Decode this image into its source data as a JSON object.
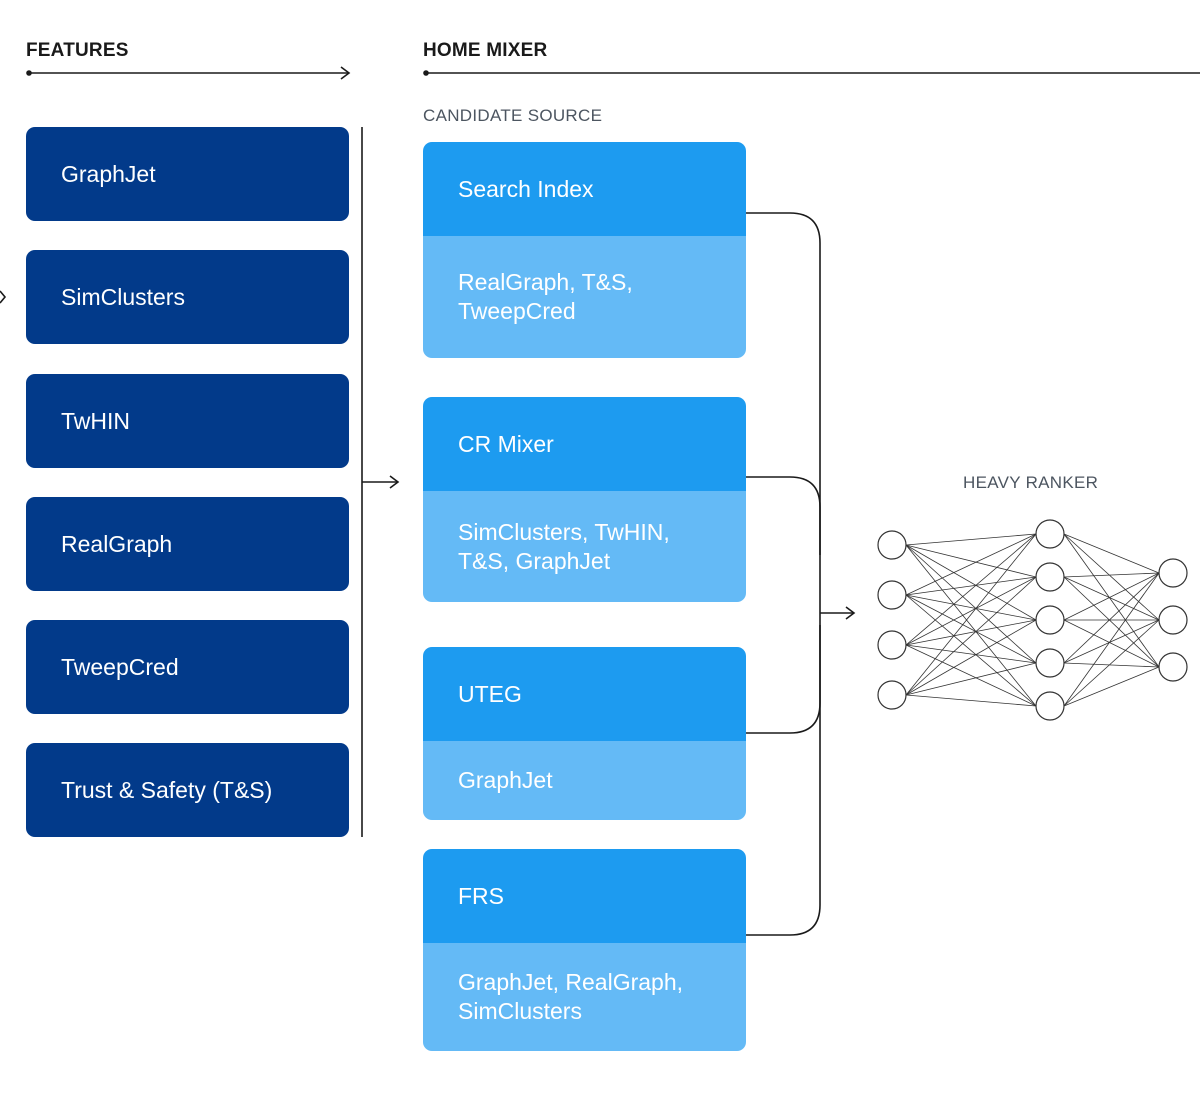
{
  "features": {
    "title": "FEATURES",
    "items": [
      "GraphJet",
      "SimClusters",
      "TwHIN",
      "RealGraph",
      "TweepCred",
      "Trust & Safety (T&S)"
    ]
  },
  "home_mixer": {
    "title": "HOME MIXER",
    "candidate_source_label": "CANDIDATE SOURCE",
    "sources": [
      {
        "name": "Search Index",
        "features": "RealGraph, T&S,\nTweepCred"
      },
      {
        "name": "CR Mixer",
        "features": "SimClusters, TwHIN,\nT&S, GraphJet"
      },
      {
        "name": "UTEG",
        "features": "GraphJet"
      },
      {
        "name": "FRS",
        "features": "GraphJet, RealGraph,\nSimClusters"
      }
    ]
  },
  "heavy_ranker": {
    "label": "HEAVY RANKER",
    "layers": [
      4,
      5,
      3
    ]
  },
  "colors": {
    "feature_box": "#023a8a",
    "source_header": "#1d9bf0",
    "source_body": "#64baf6",
    "line": "#1a1a1a"
  }
}
